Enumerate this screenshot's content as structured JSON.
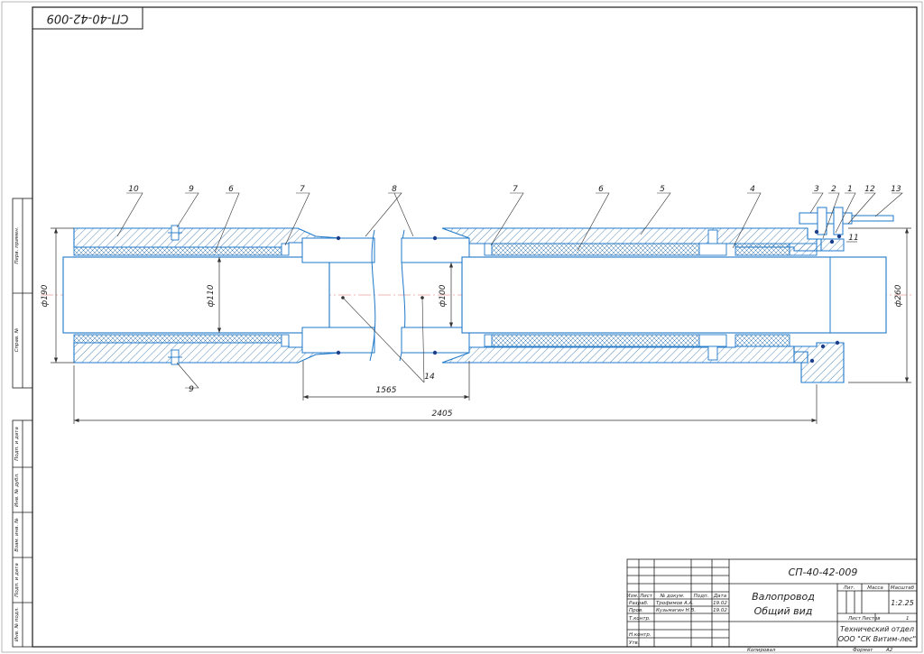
{
  "document": {
    "designation": "СП-40-42-009",
    "designation_rotated": "СП-40-42-009",
    "title_line1": "Валопровод",
    "title_line2": "Общий вид",
    "organization_line1": "Технический отдел",
    "organization_line2": "ООО \"СК Витим-лес\"",
    "scale": "1:2.25",
    "sheet_number": "1",
    "format_label": "Формат",
    "format_value": "А2",
    "copied_label": "Копировал"
  },
  "title_block": {
    "col_headers": [
      "Изм.",
      "Лист",
      "№ докум.",
      "Подп.",
      "Дата"
    ],
    "rows": [
      {
        "role": "Разраб.",
        "name": "Трофимов А.А.",
        "date": "19.02"
      },
      {
        "role": "Пров.",
        "name": "Кузьмагин Н.В.",
        "date": "19.02"
      },
      {
        "role": "Т.контр.",
        "name": "",
        "date": ""
      },
      {
        "role": "Н.контр.",
        "name": "",
        "date": ""
      },
      {
        "role": "Утв.",
        "name": "",
        "date": ""
      }
    ],
    "lit_label": "Лит.",
    "mass_label": "Масса",
    "scale_label": "Масштаб",
    "sheet_label": "Лист",
    "sheets_label": "Листов"
  },
  "side_stamp": [
    "Перв. примен.",
    "Справ. №",
    "Подп. и дата",
    "Инв. № дубл.",
    "Взам. инв. №",
    "Подп. и дата",
    "Инв. № подл."
  ],
  "dimensions": {
    "d190": "ф190",
    "d110": "ф110",
    "d100": "ф100",
    "d260": "ф260",
    "len1565": "1565",
    "len2405": "2405"
  },
  "callouts": [
    "10",
    "9",
    "6",
    "7",
    "8",
    "7",
    "6",
    "5",
    "4",
    "3",
    "2",
    "1",
    "12",
    "13",
    "11",
    "9",
    "14"
  ],
  "colors": {
    "border": "#1a1a1a",
    "outline": "#1f78c8",
    "hatch": "#2a6fb0",
    "centerline": "#e07070",
    "dim": "#333333",
    "weld": "#1c3f8c"
  }
}
